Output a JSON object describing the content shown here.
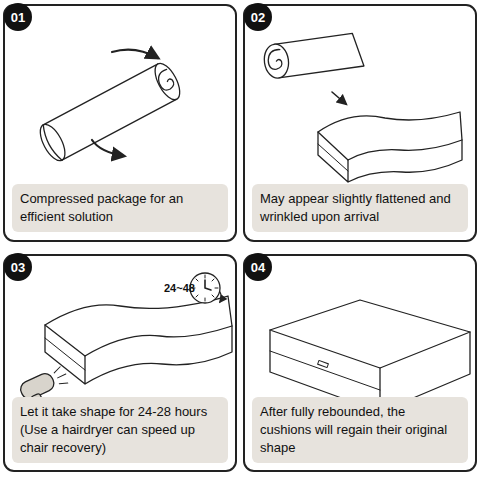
{
  "diagram": {
    "nodes": [
      {
        "text": [
          "01"
        ]
      },
      {
        "text": [
          "Compressed package for an efficient solution"
        ]
      },
      {
        "text": [
          "02"
        ]
      },
      {
        "text": [
          "May appear slightly flattened and wrinkled upon arrival"
        ]
      },
      {
        "text": [
          "03"
        ]
      },
      {
        "text": [
          "Let it take shape for 24-28 hours (Use a hairdryer can speed up chair recovery)"
        ]
      },
      {
        "text": [
          "04"
        ]
      },
      {
        "text": [
          "After fully rebounded, the cushions will regain their original shape"
        ]
      }
    ],
    "labels": [
      "24~48"
    ]
  }
}
